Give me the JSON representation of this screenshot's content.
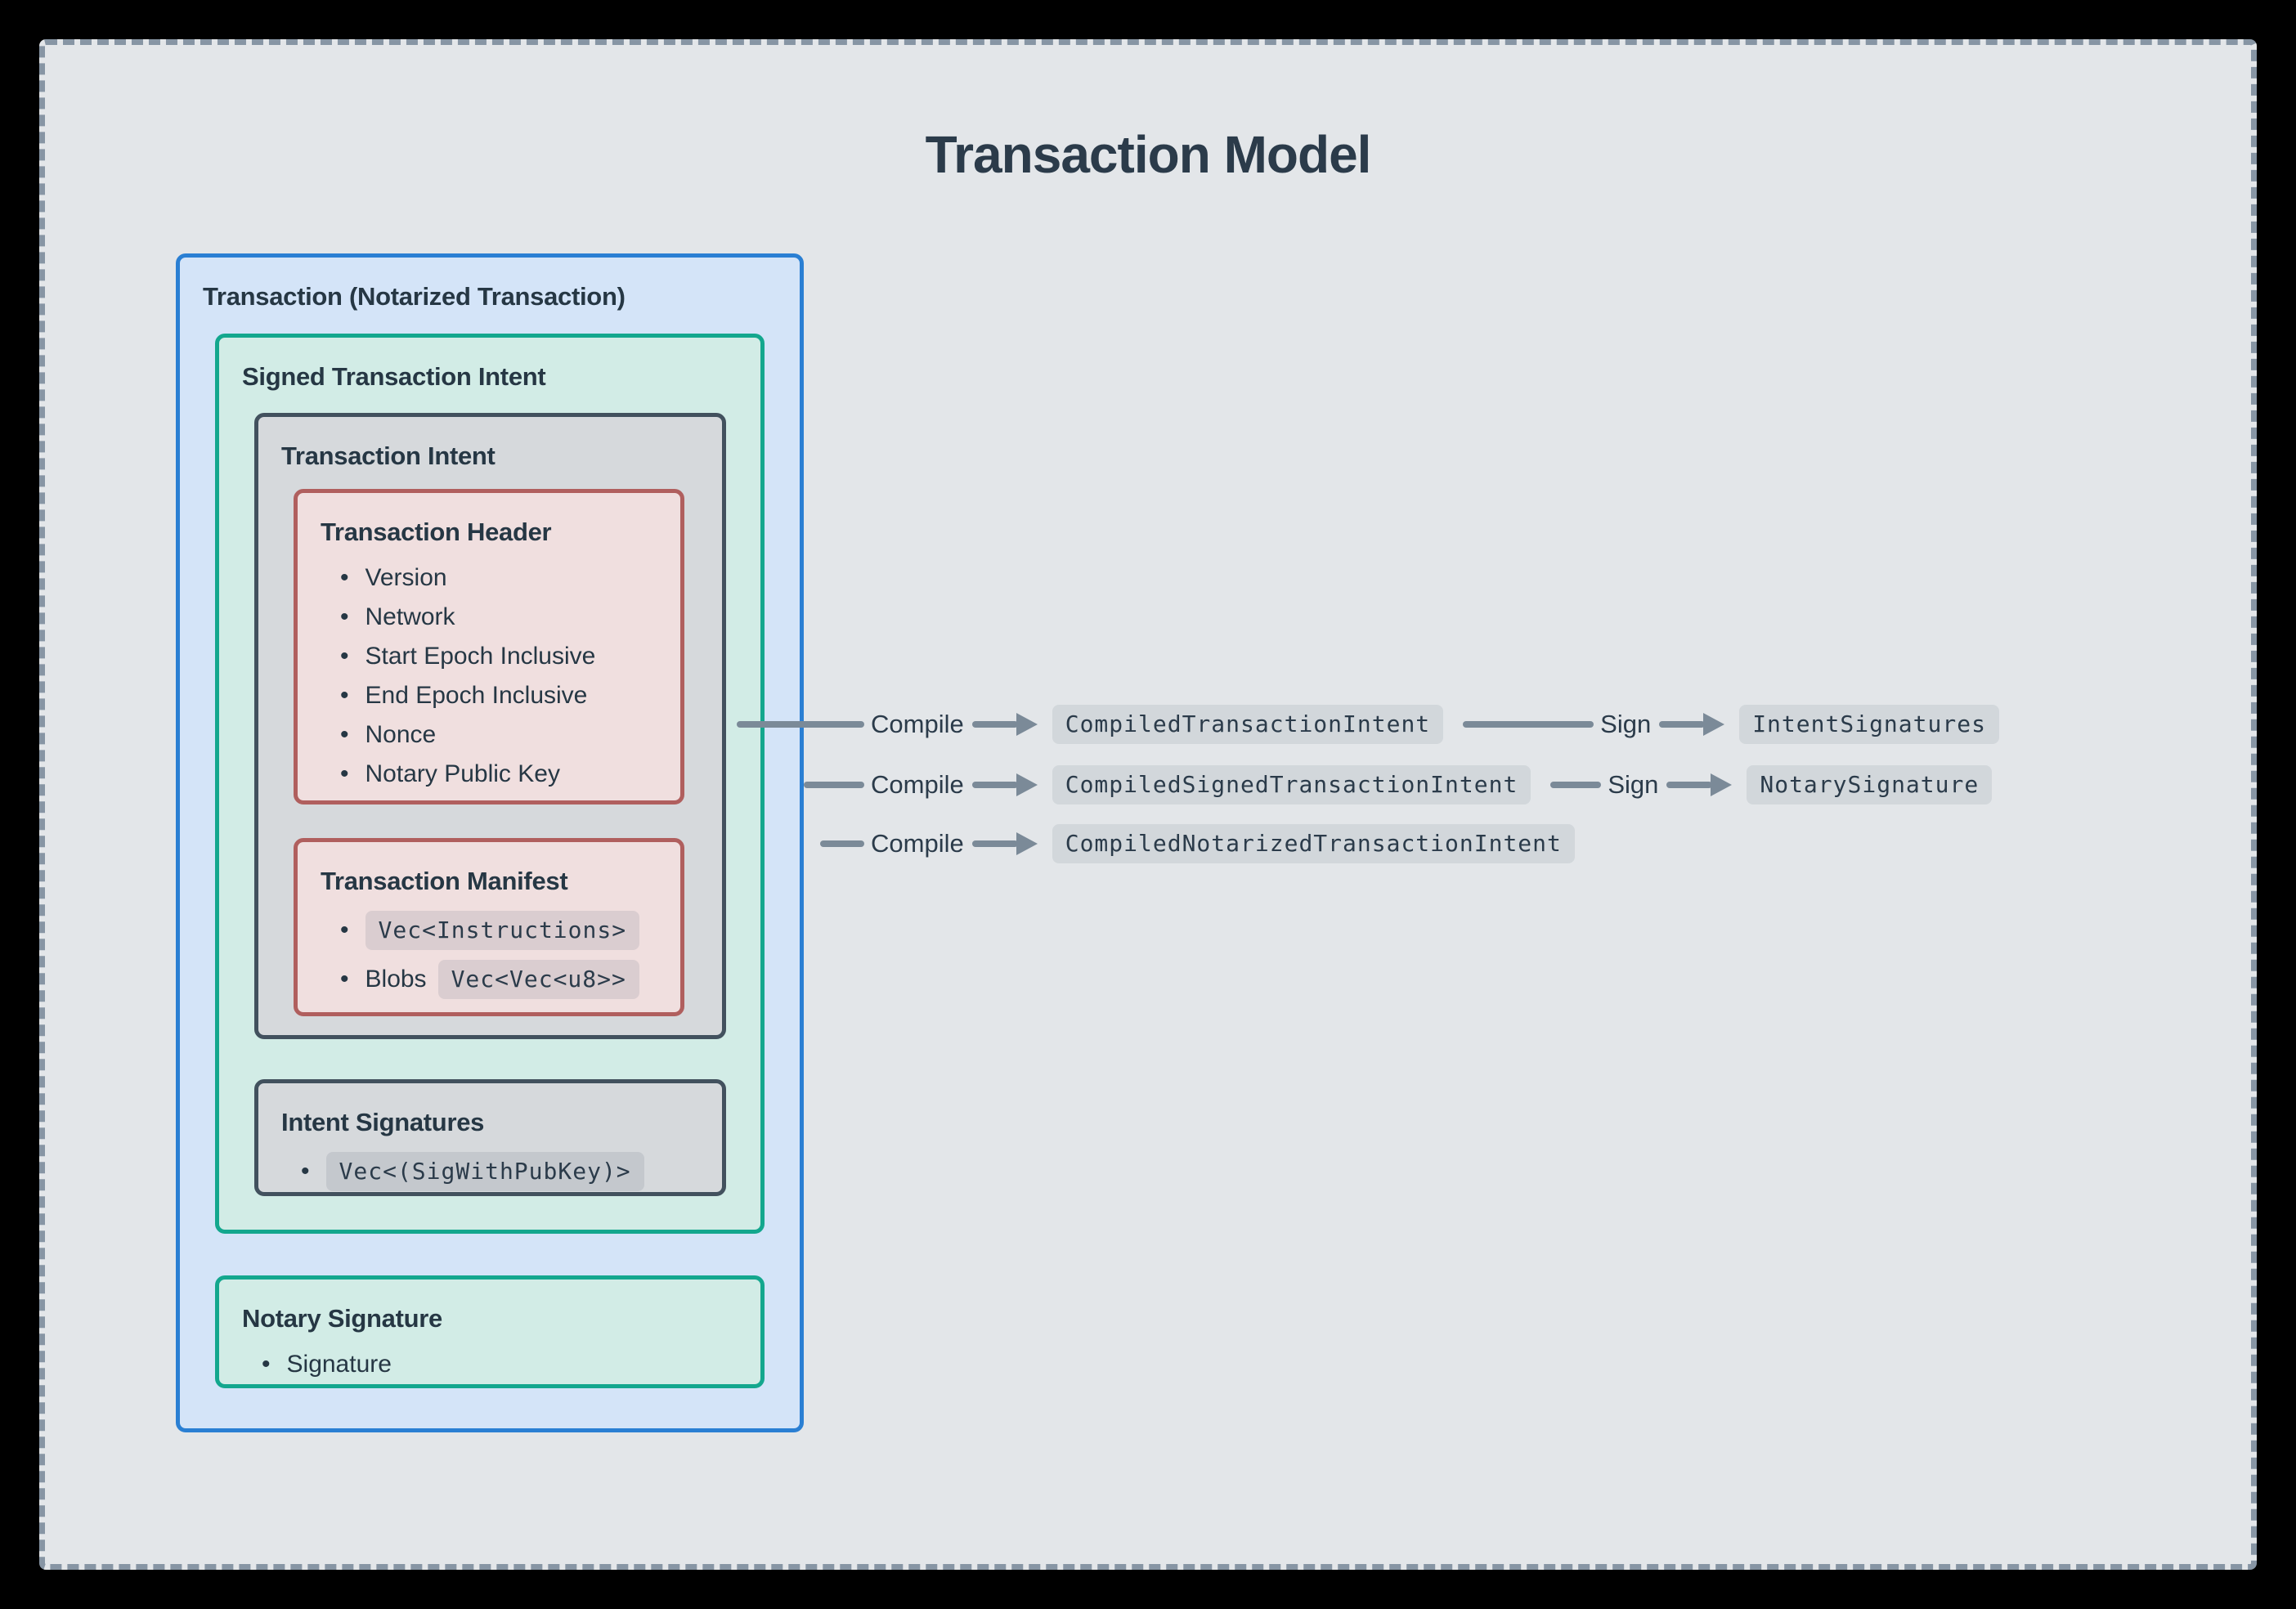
{
  "title": "Transaction Model",
  "boxes": {
    "transaction": {
      "label": "Transaction (Notarized Transaction)"
    },
    "signed_intent": {
      "label": "Signed Transaction Intent"
    },
    "intent": {
      "label": "Transaction Intent"
    },
    "header": {
      "label": "Transaction Header",
      "items": [
        "Version",
        "Network",
        "Start Epoch Inclusive",
        "End Epoch Inclusive",
        "Nonce",
        "Notary Public Key"
      ]
    },
    "manifest": {
      "label": "Transaction Manifest",
      "item1_code": "Vec<Instructions>",
      "item2_text": "Blobs",
      "item2_code": "Vec<Vec<u8>>"
    },
    "intent_signatures": {
      "label": "Intent Signatures",
      "item1_code": "Vec<(SigWithPubKey)>"
    },
    "notary_signature": {
      "label": "Notary Signature",
      "item1": "Signature"
    }
  },
  "flows": [
    {
      "action": "Compile",
      "result": "CompiledTransactionIntent",
      "action2": "Sign",
      "result2": "IntentSignatures"
    },
    {
      "action": "Compile",
      "result": "CompiledSignedTransactionIntent",
      "action2": "Sign",
      "result2": "NotarySignature"
    },
    {
      "action": "Compile",
      "result": "CompiledNotarizedTransactionIntent"
    }
  ],
  "colors": {
    "accent_blue": "#2a7fd3",
    "accent_teal": "#13a78e",
    "accent_red": "#b05f5e",
    "accent_slate": "#42515e",
    "arrow_gray": "#7b8a98",
    "text": "#263744",
    "canvas_bg": "#e3e6e9"
  }
}
